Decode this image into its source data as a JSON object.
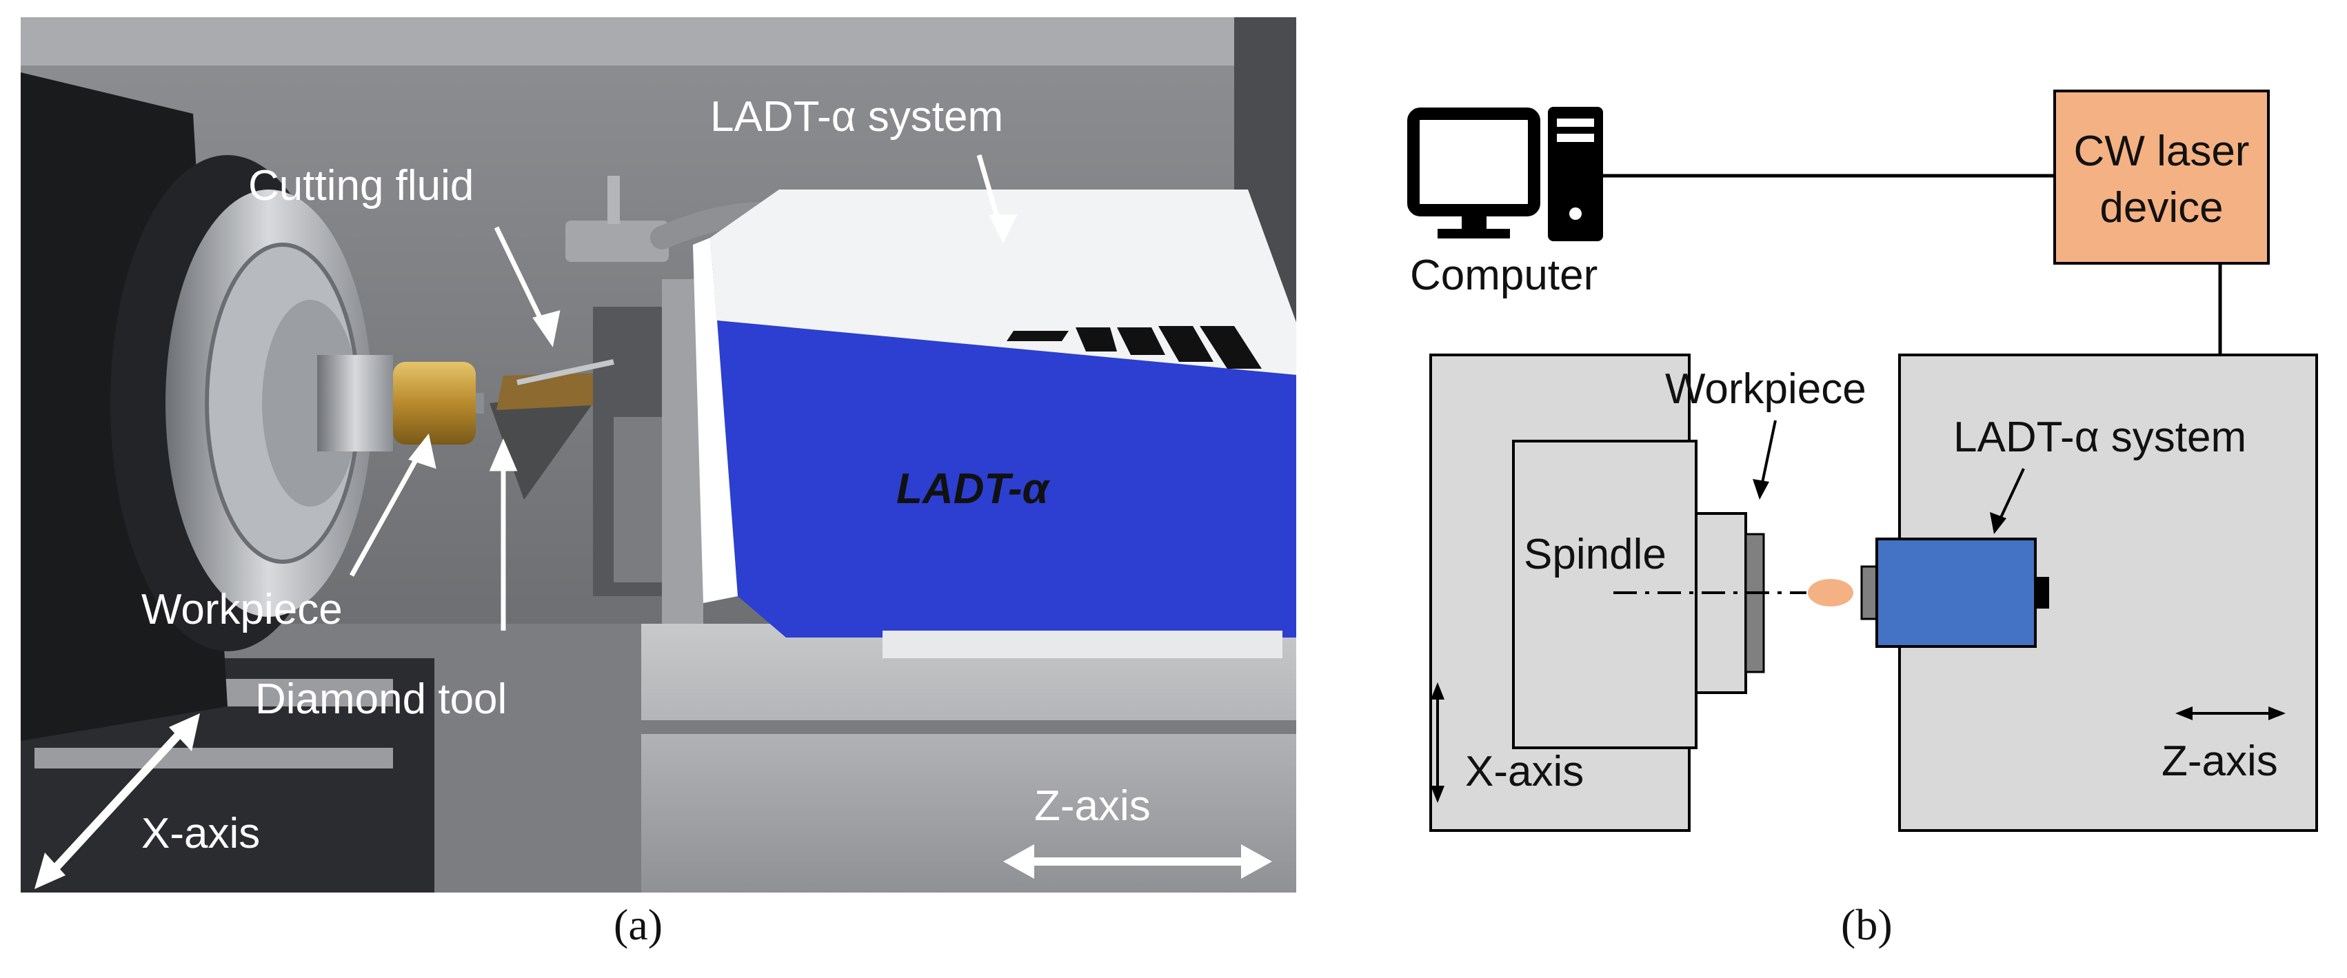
{
  "panel_a": {
    "caption": "(a)",
    "labels": {
      "system": "LADT-α system",
      "fluid": "Cutting fluid",
      "workpiece": "Workpiece",
      "tool": "Diamond tool",
      "x_axis": "X-axis",
      "z_axis": "Z-axis",
      "brand": "LADT-α"
    },
    "colors": {
      "housing_blue": "#2c3fd0",
      "housing_white": "#f2f3f5",
      "workpiece_brass": "#c9a040"
    }
  },
  "panel_b": {
    "caption": "(b)",
    "labels": {
      "computer": "Computer",
      "laser_line1": "CW laser",
      "laser_line2": "device",
      "workpiece": "Workpiece",
      "system": "LADT-α system",
      "spindle": "Spindle",
      "x_axis": "X-axis",
      "z_axis": "Z-axis"
    },
    "colors": {
      "stage_gray": "#d9d9d9",
      "laser_box": "#f4b183",
      "system_blue": "#4472c4",
      "beam": "#f4b183"
    }
  }
}
